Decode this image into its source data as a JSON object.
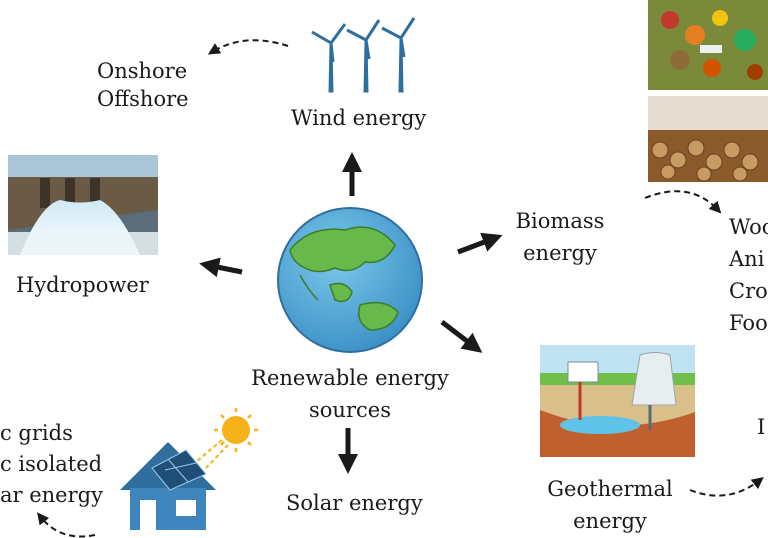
{
  "center": {
    "line1": "Renewable energy",
    "line2": "sources"
  },
  "wind": {
    "label": "Wind energy",
    "sub1": "Onshore",
    "sub2": "Offshore"
  },
  "hydro": {
    "label": "Hydropower"
  },
  "biomass": {
    "line1": "Biomass",
    "line2": "energy",
    "items": [
      "Woo",
      "Ani",
      "Cro",
      "Foo"
    ]
  },
  "geothermal": {
    "line1": "Geothermal",
    "line2": "energy",
    "partial": "I"
  },
  "solar": {
    "label": "Solar energy",
    "items": [
      "c grids",
      "c isolated",
      "ar energy"
    ]
  }
}
